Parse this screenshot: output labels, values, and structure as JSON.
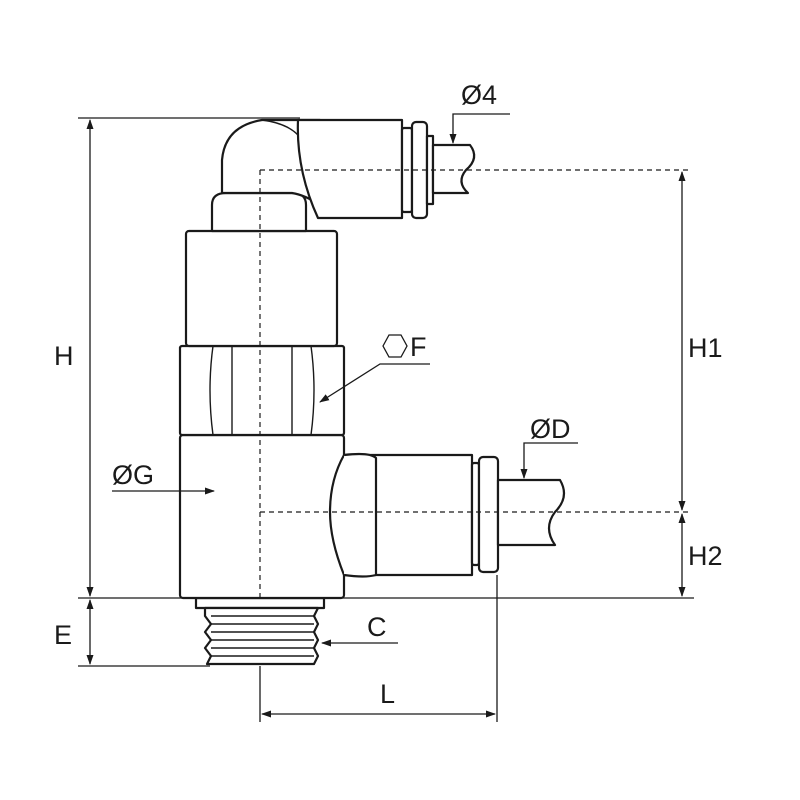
{
  "labels": {
    "H": "H",
    "H1": "H1",
    "H2": "H2",
    "E": "E",
    "C": "C",
    "L": "L",
    "G": "ØG",
    "D": "ØD",
    "d4": "Ø4",
    "F": "F"
  },
  "icons": {
    "hex": "hexagon-icon"
  }
}
